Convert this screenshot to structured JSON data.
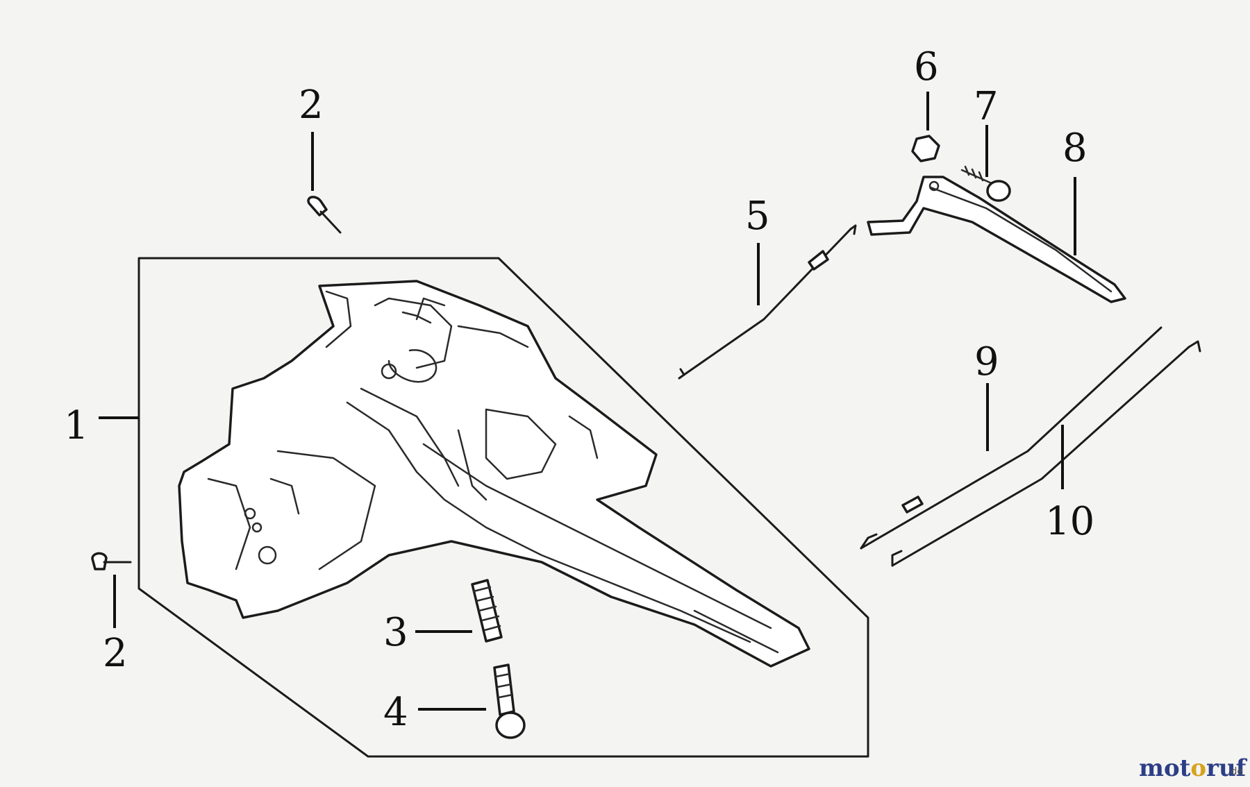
{
  "diagram": {
    "callouts": {
      "c1": "1",
      "c2_top": "2",
      "c2_bottom": "2",
      "c3": "3",
      "c4": "4",
      "c5": "5",
      "c6": "6",
      "c7": "7",
      "c8": "8",
      "c9": "9",
      "c10": "10"
    }
  },
  "watermark": {
    "text_1": "mot",
    "text_2": "o",
    "text_3": "ruf",
    "suffix": ".de",
    "colors": {
      "dark": "#2c3e86",
      "accent": "#d7a21c",
      "red": "#c0392b"
    }
  }
}
